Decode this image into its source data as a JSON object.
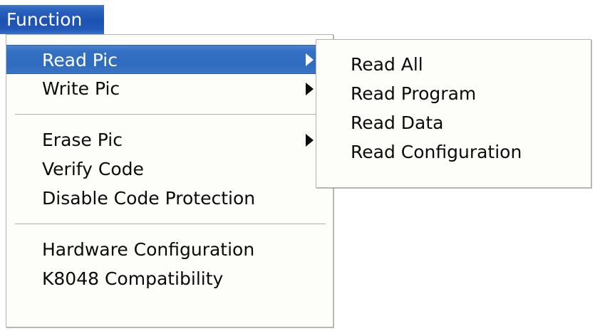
{
  "menubar": {
    "items": [
      {
        "label": "Function",
        "active": true
      }
    ]
  },
  "main_menu": {
    "groups": [
      {
        "items": [
          {
            "label": "Read Pic",
            "has_submenu": true,
            "highlighted": true
          },
          {
            "label": "Write Pic",
            "has_submenu": true,
            "highlighted": false
          }
        ]
      },
      {
        "items": [
          {
            "label": "Erase Pic",
            "has_submenu": true,
            "highlighted": false
          },
          {
            "label": "Verify Code",
            "has_submenu": false,
            "highlighted": false
          },
          {
            "label": "Disable Code Protection",
            "has_submenu": false,
            "highlighted": false
          }
        ]
      },
      {
        "items": [
          {
            "label": "Hardware Configuration",
            "has_submenu": false,
            "highlighted": false
          },
          {
            "label": "K8048 Compatibility",
            "has_submenu": false,
            "highlighted": false
          }
        ]
      }
    ]
  },
  "submenu_read_pic": {
    "parent": "Read Pic",
    "items": [
      {
        "label": "Read All",
        "has_submenu": false,
        "highlighted": false
      },
      {
        "label": "Read Program",
        "has_submenu": false,
        "highlighted": false
      },
      {
        "label": "Read Data",
        "has_submenu": false,
        "highlighted": false
      },
      {
        "label": "Read Configuration",
        "has_submenu": false,
        "highlighted": false
      }
    ]
  },
  "colors": {
    "menubar_blue": "#1d51b2",
    "highlight_blue": "#3370c4",
    "menu_background": "#fdfdfa",
    "menu_border": "#b5b5ad",
    "text": "#0b0b0b",
    "highlight_text": "#ffffff",
    "separator": "#b0b0a8"
  },
  "icons": {
    "submenu_arrow": "triangle-right-icon"
  }
}
